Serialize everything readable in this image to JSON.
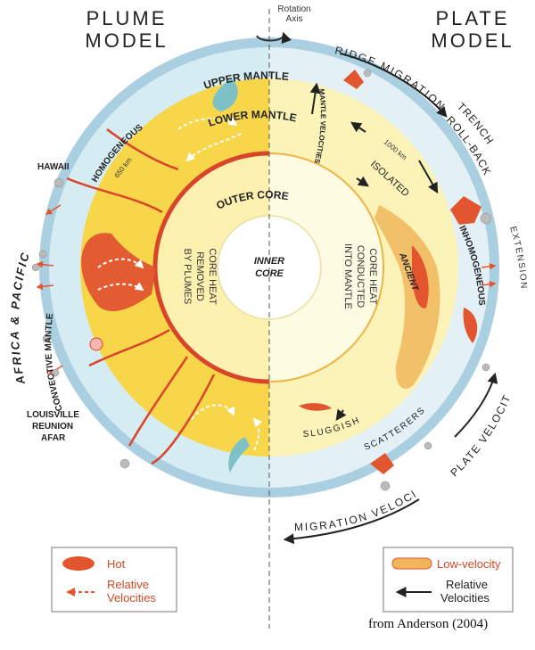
{
  "titles": {
    "left_line1": "PLUME",
    "left_line2": "MODEL",
    "right_line1": "PLATE",
    "right_line2": "MODEL",
    "axis_line1": "Rotation",
    "axis_line2": "Axis"
  },
  "layers": {
    "upper_mantle": "UPPER MANTLE",
    "lower_mantle": "LOWER MANTLE",
    "outer_core": "OUTER CORE",
    "inner_core_1": "INNER",
    "inner_core_2": "CORE",
    "depth_left": "650 km",
    "depth_right": "1000 km"
  },
  "plume_side": {
    "homogeneous": "HOMOGENEOUS",
    "convective_mantle": "CONVECTIVE MANTLE",
    "africa_pacific": "AFRICA & PACIFIC",
    "hawaii": "HAWAII",
    "hotspots_1": "LOUISVILLE",
    "hotspots_2": "REUNION",
    "hotspots_3": "AFAR",
    "core_heat_1": "CORE HEAT",
    "core_heat_2": "REMOVED",
    "core_heat_3": "BY PLUMES"
  },
  "plate_side": {
    "ridge_migration": "RIDGE MIGRATION",
    "trench_1": "TRENCH",
    "trench_2": "ROLL-BACK",
    "mantle_velocities": "MANTLE VELOCITIES",
    "isolated": "ISOLATED",
    "ancient": "ANCIENT",
    "extension": "EXTENSION",
    "inhomogeneous": "INHOMOGENEOUS",
    "core_heat_1": "CORE HEAT",
    "core_heat_2": "CONDUCTED",
    "core_heat_3": "INTO MANTLE",
    "sluggish": "SLUGGISH",
    "scatterers": "SCATTERERS",
    "plate_velocity": "PLATE VELOCITY",
    "migration_velocity": "MIGRATION VELOCITY"
  },
  "legend_left": {
    "hot": "Hot",
    "relative_1": "Relative",
    "relative_2": "Velocities"
  },
  "legend_right": {
    "low_velocity": "Low-velocity",
    "relative_1": "Relative",
    "relative_2": "Velocities"
  },
  "credit": "from Anderson (2004)",
  "colors": {
    "plume_mantle": "#f7d64a",
    "plate_mantle": "#fbf3b8",
    "outer_core_plume": "#fdf1b0",
    "outer_core_plate": "#fefbe3",
    "inner_core": "#ffffff",
    "upper_mantle": "#d6ecf3",
    "lithosphere": "#a9cfe0",
    "hot": "#e2552f",
    "low_velocity": "#f0b65a",
    "legend_text": "#d04a25"
  },
  "icons": {
    "rotation": "rotation-arrow-icon",
    "plume_arrow": "dashed-arrow-icon",
    "plate_arrow": "solid-arrow-icon",
    "volcano": "volcano-icon"
  }
}
